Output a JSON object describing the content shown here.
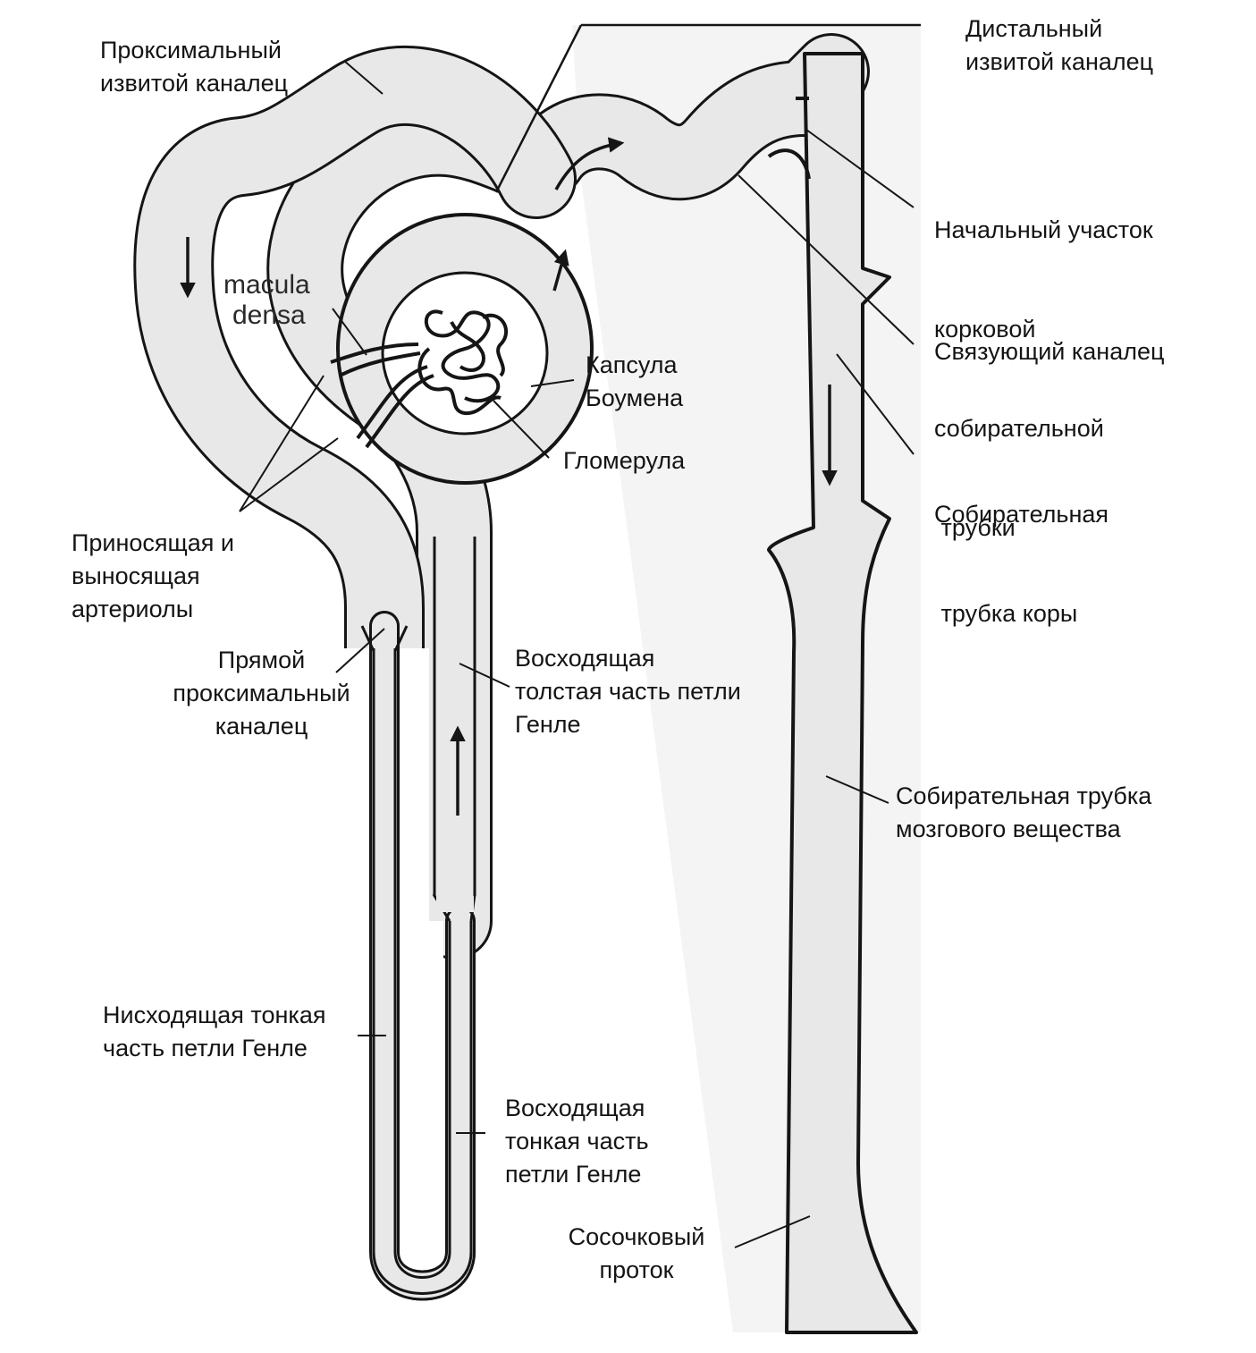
{
  "diagram": {
    "labels": {
      "proximal_convoluted": [
        "Проксимальный",
        "извитой каналец"
      ],
      "distal_convoluted": [
        "Дистальный",
        "извитой каналец"
      ],
      "initial_cortical_collecting": [
        "Начальный участок",
        "корковой",
        "собирательной",
        " трубки"
      ],
      "macula_densa": [
        "macula",
        "densa"
      ],
      "connecting_tubule": [
        "Связующий каналец"
      ],
      "bowman_capsule": [
        "Капсула",
        "Боумена"
      ],
      "glomerulus": [
        "Гломерула"
      ],
      "cortical_collecting": [
        "Собирательная",
        " трубка коры"
      ],
      "arterioles": [
        "Приносящая и",
        "выносящая",
        "артериолы"
      ],
      "proximal_straight": [
        "Прямой",
        "проксимальный",
        "каналец"
      ],
      "thick_ascending": [
        "Восходящая",
        "толстая часть петли",
        "Генле"
      ],
      "medullary_collecting": [
        "Собирательная трубка",
        "мозгового вещества"
      ],
      "thin_descending": [
        "Нисходящая тонкая",
        "часть петли Генле"
      ],
      "thin_ascending": [
        "Восходящая",
        "тонкая часть",
        "петли Генле"
      ],
      "papillary_duct": [
        "Сосочковый",
        "проток"
      ]
    },
    "colors": {
      "lumen": "#e8e8e8",
      "wall": "#151515",
      "text": "#141414",
      "background": "#ffffff"
    }
  }
}
